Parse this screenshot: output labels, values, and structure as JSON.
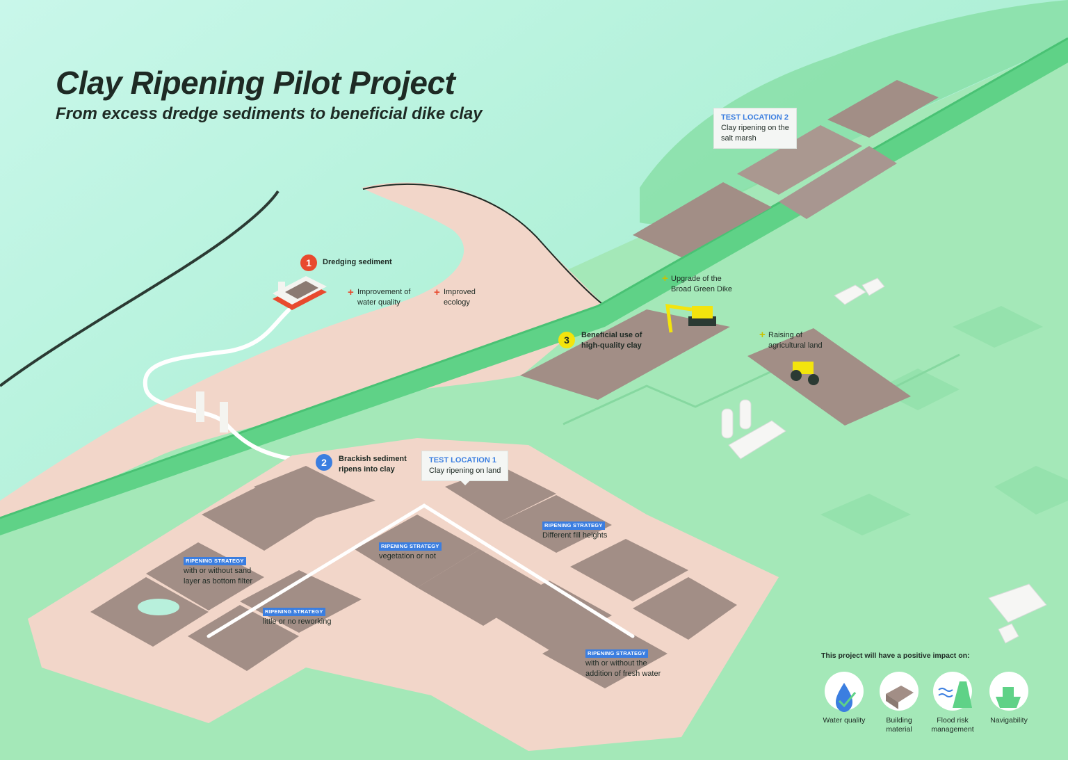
{
  "header": {
    "title": "Clay Ripening Pilot Project",
    "subtitle": "From excess dredge sediments to beneficial dike clay"
  },
  "steps": [
    {
      "number": "1",
      "label": "Dredging sediment"
    },
    {
      "number": "2",
      "label_line1": "Brackish sediment",
      "label_line2": "ripens into clay"
    },
    {
      "number": "3",
      "label_line1": "Beneficial use of",
      "label_line2": "high-quality clay"
    }
  ],
  "benefits": {
    "water_quality_line1": "Improvement of",
    "water_quality_line2": "water quality",
    "ecology_line1": "Improved",
    "ecology_line2": "ecology",
    "dike_line1": "Upgrade of the",
    "dike_line2": "Broad Green Dike",
    "agri_line1": "Raising of",
    "agri_line2": "agricultural land"
  },
  "test_locations": [
    {
      "title": "TEST LOCATION 1",
      "line1": "Clay ripening on land"
    },
    {
      "title": "TEST LOCATION 2",
      "line1": "Clay ripening on the",
      "line2": "salt marsh"
    }
  ],
  "strategy_tag": "RIPENING STRATEGY",
  "strategies": [
    {
      "line1": "with or without sand",
      "line2": "layer as bottom filter"
    },
    {
      "line1": "little or no reworking"
    },
    {
      "line1": "vegetation or not"
    },
    {
      "line1": "Different fill heights"
    },
    {
      "line1": "with or without the",
      "line2": "addition of fresh water"
    }
  ],
  "plus_sign": "+",
  "impact": {
    "heading": "This project will have a positive impact on:",
    "items": [
      {
        "label_line1": "Water quality",
        "icon": "water-drop-check-icon"
      },
      {
        "label_line1": "Building",
        "label_line2": "material",
        "icon": "clay-block-icon"
      },
      {
        "label_line1": "Flood risk",
        "label_line2": "management",
        "icon": "dike-wave-icon"
      },
      {
        "label_line1": "Navigability",
        "icon": "ship-icon"
      }
    ]
  },
  "colors": {
    "sea": "#b6f2dc",
    "land": "#9fe6b4",
    "sand": "#f0d2c6",
    "basin": "#a28e86",
    "dike": "#5fd287",
    "accent_red": "#e84a2e",
    "accent_blue": "#3b7ee0",
    "accent_yellow": "#f3e40d"
  }
}
